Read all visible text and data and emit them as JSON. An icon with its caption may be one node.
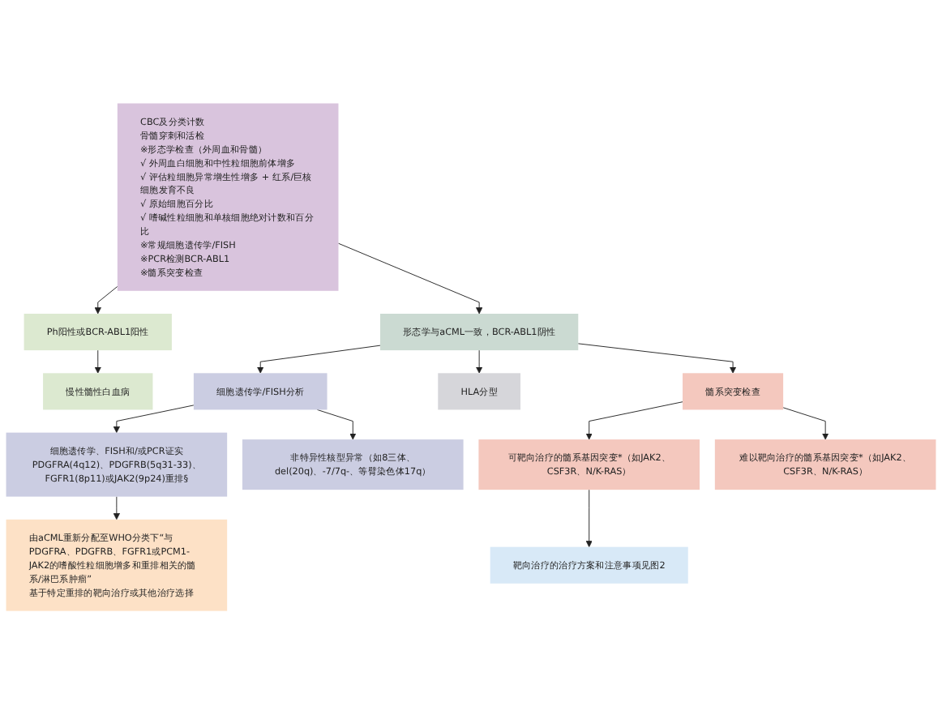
{
  "diagram": {
    "nodes": [
      {
        "text": [
          "CBC及分类计数",
          "骨髓穿刺和活检",
          "※形态学检查（外周血和骨髓）",
          "√ 外周血白细胞和中性粒细胞前体增多",
          "√ 评估粒细胞异常增生性增多 + 红系/巨核细胞发育不良",
          "√ 原始细胞百分比",
          "√ 嗜碱性粒细胞和单核细胞绝对计数和百分比",
          "※常规细胞遗传学/FISH",
          "※PCR检测BCR-ABL1",
          "※髓系突变检查"
        ]
      },
      {
        "text": [
          "Ph阳性或BCR-ABL1阳性"
        ]
      },
      {
        "text": [
          "慢性髓性白血病"
        ]
      },
      {
        "text": [
          "形态学与aCML一致，BCR-ABL1阴性"
        ]
      },
      {
        "text": [
          "细胞遗传学/FISH分析"
        ]
      },
      {
        "text": [
          "HLA分型"
        ]
      },
      {
        "text": [
          "髓系突变检查"
        ]
      },
      {
        "text": [
          "细胞遗传学、FISH和/或PCR证实PDGFRA(4q12)、PDGFRB(5q31-33)、FGFR1(8p11)或JAK2(9p24)重排§"
        ]
      },
      {
        "text": [
          "非特异性核型异常（如8三体、del(20q)、-7/7q-、等臂染色体17q）"
        ]
      },
      {
        "text": [
          "由aCML重新分配至WHO分类下“与PDGFRA、PDGFRB、FGFR1或PCM1-JAK2的嗜酸性粒细胞增多和重排相关的髓系/淋巴系肿瘤”",
          "基于特定重排的靶向治疗或其他治疗选择"
        ]
      },
      {
        "text": [
          "可靶向治疗的髓系基因突变*（如JAK2、CSF3R、N/K-RAS）"
        ]
      },
      {
        "text": [
          "难以靶向治疗的髓系基因突变*（如JAK2、CSF3R、N/K-RAS）"
        ]
      },
      {
        "text": [
          "靶向治疗的治疗方案和注意事项见图2"
        ]
      }
    ],
    "edges": [
      {
        "from": 0,
        "to": 1,
        "arrow": "to"
      },
      {
        "from": 1,
        "to": 2,
        "arrow": "to"
      },
      {
        "from": 0,
        "to": 3,
        "arrow": "to"
      },
      {
        "from": 3,
        "to": 4,
        "arrow": "to"
      },
      {
        "from": 3,
        "to": 5,
        "arrow": "to"
      },
      {
        "from": 3,
        "to": 6,
        "arrow": "to"
      },
      {
        "from": 4,
        "to": 7,
        "arrow": "to"
      },
      {
        "from": 4,
        "to": 8,
        "arrow": "to"
      },
      {
        "from": 7,
        "to": 9,
        "arrow": "to"
      },
      {
        "from": 6,
        "to": 10,
        "arrow": "to"
      },
      {
        "from": 6,
        "to": 11,
        "arrow": "to"
      },
      {
        "from": 10,
        "to": 12,
        "arrow": "to"
      }
    ]
  }
}
